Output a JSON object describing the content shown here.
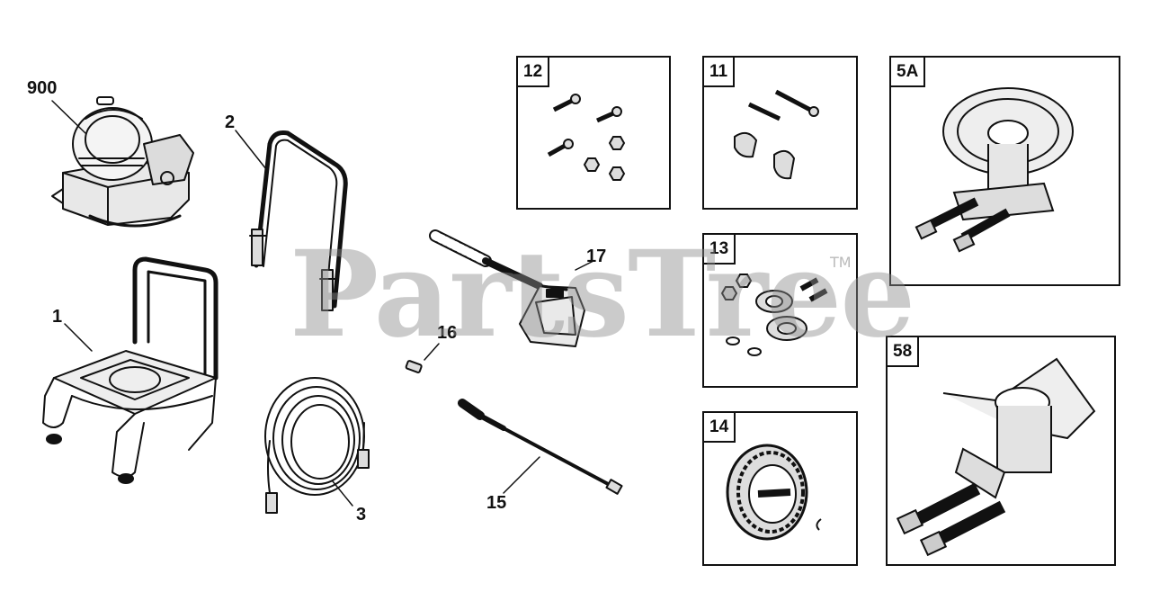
{
  "callouts": {
    "engine": "900",
    "handle": "2",
    "frame": "1",
    "hose": "3",
    "nozzle": "16",
    "spray_gun": "17",
    "wand": "15"
  },
  "kits": {
    "screws": "12",
    "bolts": "11",
    "pump_a": "5A",
    "bearings": "13",
    "wheel": "14",
    "pump_b": "58"
  },
  "watermark": {
    "text": "PartsTree",
    "mark": "TM"
  }
}
